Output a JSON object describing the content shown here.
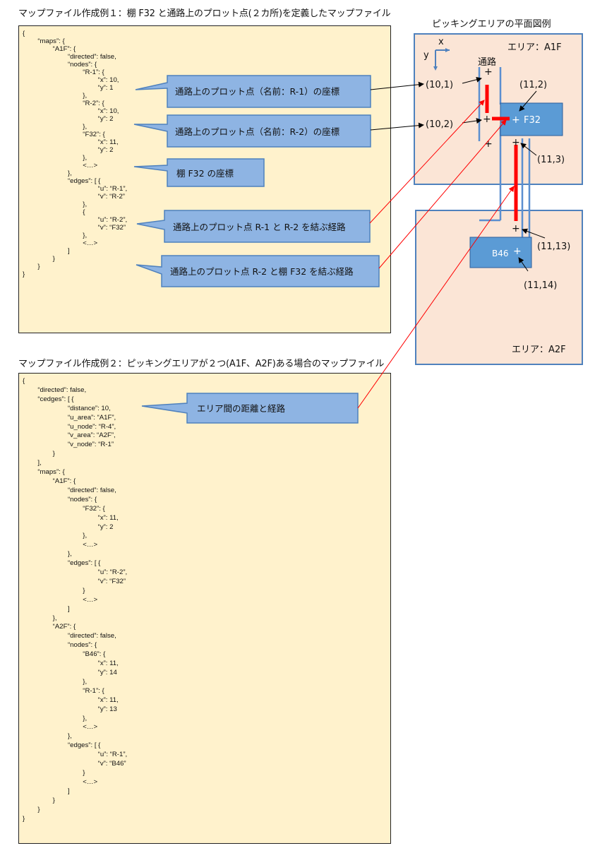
{
  "example1": {
    "title": "マップファイル作成例１：棚 F32 と通路上のプロット点(２カ所)を定義したマップファイル",
    "code": [
      "{",
      "        “maps”: {",
      "                “A1F”: {",
      "                        “directed”: false,",
      "                        “nodes”: {",
      "                                “R-1”: {",
      "                                        “x”: 10,",
      "                                        “y”: 1",
      "                                },",
      "                                “R-2”: {",
      "                                        “x”: 10,",
      "                                        “y”: 2",
      "                                },",
      "                                “F32”: {",
      "                                        “x”: 11,",
      "                                        “y”: 2",
      "                                },",
      "                                <…>",
      "                        },",
      "                        “edges”: [ {",
      "                                        “u”: “R-1”,",
      "                                        “v”: “R-2”",
      "                                },",
      "                                {",
      "                                        “u”: “R-2”,",
      "                                        “v”: “F32”",
      "                                },",
      "                                <…>",
      "                        ]",
      "                }",
      "        }",
      "}"
    ],
    "callouts": [
      "通路上のプロット点（名前：R-1）の座標",
      "通路上のプロット点（名前：R-2）の座標",
      "棚 F32 の座標",
      "通路上のプロット点 R-1 と R-2 を結ぶ経路",
      "通路上のプロット点 R-2 と棚 F32 を結ぶ経路"
    ]
  },
  "example2": {
    "title": "マップファイル作成例２：ピッキングエリアが２つ(A1F、A2F)ある場合のマップファイル",
    "code": [
      "{",
      "        “directed”: false,",
      "        “cedges”: [ {",
      "                        “distance”: 10,",
      "                        “u_area”: “A1F”,",
      "                        “u_node”: “R-4”,",
      "                        “v_area”: “A2F”,",
      "                        “v_node”: “R-1”",
      "                }",
      "        ],",
      "        “maps”: {",
      "                “A1F”: {",
      "                        “directed”: false,",
      "                        “nodes”: {",
      "                                “F32”: {",
      "                                        “x”: 11,",
      "                                        “y”: 2",
      "                                },",
      "                                <…>",
      "                        },",
      "                        “edges”: [ {",
      "                                        “u”: “R-2”,",
      "                                        “v”: “F32”",
      "                                }",
      "                                <…>",
      "                        ]",
      "                },",
      "                “A2F”: {",
      "                        “directed”: false,",
      "                        “nodes”: {",
      "                                “B46”: {",
      "                                        “x”: 11,",
      "                                        “y”: 14",
      "                                },",
      "                                “R-1”: {",
      "                                        “x”: 11,",
      "                                        “y”: 13",
      "                                },",
      "                                <…>",
      "                        },",
      "                        “edges”: [ {",
      "                                        “u”: “R-1”,",
      "                                        “v”: “B46”",
      "                                }",
      "                                <…>",
      "                        ]",
      "                }",
      "        }",
      "}"
    ],
    "callout": "エリア間の距離と経路"
  },
  "plan": {
    "title": "ピッキングエリアの平面図例",
    "area1_label": "エリア：A1F",
    "area2_label": "エリア：A2F",
    "axis_x": "x",
    "axis_y": "y",
    "aisle_label": "通路",
    "shelf_f32": "F32",
    "shelf_b46": "B46",
    "plus": "+",
    "coords": {
      "c10_1": "(10,1)",
      "c10_2": "(10,2)",
      "c11_2": "(11,2)",
      "c11_3": "(11,3)",
      "c11_13": "(11,13)",
      "c11_14": "(11,14)"
    }
  },
  "colors": {
    "code_bg": "#fff2cc",
    "callout_fill": "#8eb4e3",
    "area_fill": "#fbe5d6",
    "area_border": "#4f81bd",
    "shelf_fill": "#5b9bd5",
    "route_red": "#ff0000"
  }
}
